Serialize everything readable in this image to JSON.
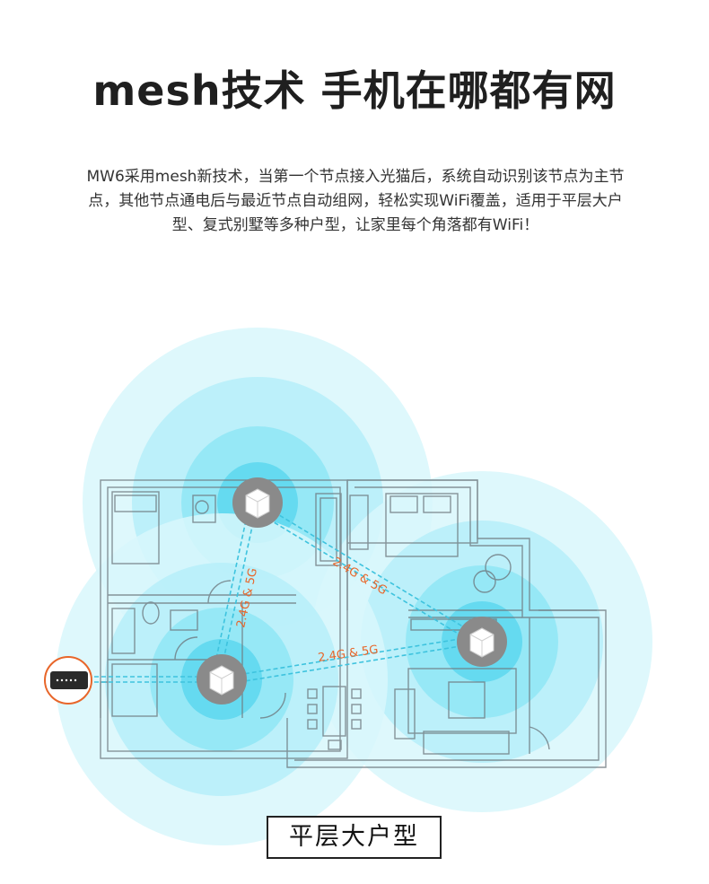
{
  "heading": {
    "title": "mesh技术 手机在哪都有网"
  },
  "description": {
    "line1": "MW6采用mesh新技术，当第一个节点接入光猫后，系统自动识别该节点为主节",
    "line2": "点，其他节点通电后与最近节点自动组网，轻松实现WiFi覆盖，适用于平层大户",
    "line3": "型、复式别墅等多种户型，让家里每个角落都有WiFi！"
  },
  "diagram": {
    "links": {
      "top_to_right": "2.4G & 5G",
      "top_to_bottom": "2.4G & 5G",
      "bottom_to_right": "2.4G & 5G"
    },
    "colors": {
      "coverage": "#7fe3f2",
      "coverage_core": "#2fc8e6",
      "link_label": "#e8662a",
      "node": "#8a8a8a",
      "modem_ring": "#e8662a"
    }
  },
  "caption": {
    "label": "平层大户型"
  }
}
